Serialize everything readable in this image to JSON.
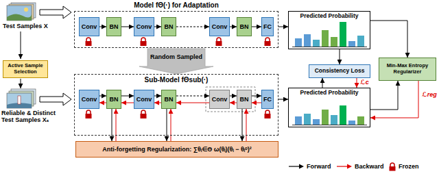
{
  "diagram": {
    "nodes": [
      {
        "text": [
          "Model fΘ(·) for Adaptation"
        ]
      },
      {
        "text": [
          "Conv"
        ],
        "in": 0
      },
      {
        "text": [
          "BN"
        ],
        "in": 0
      },
      {
        "text": [
          "Conv"
        ],
        "in": 0
      },
      {
        "text": [
          "BN"
        ],
        "in": 0
      },
      {
        "text": [
          "Conv"
        ],
        "in": 0
      },
      {
        "text": [
          "BN"
        ],
        "in": 0
      },
      {
        "text": [
          "FC"
        ],
        "in": 0
      },
      {
        "text": [
          "Predicted Probability"
        ]
      },
      {
        "text": [
          "Active Sample Selection"
        ]
      },
      {
        "text": [
          "Consistency Loss"
        ]
      },
      {
        "text": [
          "Min-Max Entropy Regularizer"
        ]
      },
      {
        "text": [
          "Sub-Model fΘsub(·)"
        ]
      },
      {
        "text": [
          "Conv"
        ],
        "in": 12
      },
      {
        "text": [
          "BN"
        ],
        "in": 12
      },
      {
        "text": [
          "Conv"
        ],
        "in": 12
      },
      {
        "text": [
          "BN"
        ],
        "in": 12
      },
      {
        "text": [
          "Conv"
        ],
        "in": 12
      },
      {
        "text": [
          "BN"
        ],
        "in": 12
      },
      {
        "text": [
          "FC"
        ],
        "in": 12
      },
      {
        "text": [
          "Predicted Probability"
        ]
      },
      {
        "text": [
          "Anti-forgetting Regularization: ∑θᵢ∈Θ ω(θᵢ)(θᵢ − θᵢᵒ)²"
        ]
      }
    ],
    "edges": [
      {
        "from": 0,
        "to": 8,
        "arrow": "to"
      },
      {
        "from": 1,
        "to": 2,
        "arrow": "to"
      },
      {
        "from": 2,
        "to": 3,
        "arrow": "to"
      },
      {
        "from": 3,
        "to": 4,
        "arrow": "to"
      },
      {
        "from": 4,
        "to": 5,
        "arrow": "to"
      },
      {
        "from": 5,
        "to": 6,
        "arrow": "to"
      },
      {
        "from": 6,
        "to": 7,
        "arrow": "to"
      },
      {
        "from": 0,
        "to": 12,
        "label": "Random Sampled",
        "arrow": "to"
      },
      {
        "from": 13,
        "to": 14,
        "arrow": "to"
      },
      {
        "from": 14,
        "to": 15,
        "arrow": "to"
      },
      {
        "from": 15,
        "to": 16,
        "arrow": "to"
      },
      {
        "from": 16,
        "to": 17,
        "arrow": "to"
      },
      {
        "from": 17,
        "to": 18,
        "arrow": "to"
      },
      {
        "from": 18,
        "to": 19,
        "arrow": "to"
      },
      {
        "from": 14,
        "to": 13,
        "arrow": "to"
      },
      {
        "from": 15,
        "to": 14,
        "arrow": "to"
      },
      {
        "from": 16,
        "to": 15,
        "arrow": "to"
      },
      {
        "from": 17,
        "to": 16,
        "arrow": "to"
      },
      {
        "from": 18,
        "to": 17,
        "arrow": "to"
      },
      {
        "from": 19,
        "to": 18,
        "arrow": "to"
      },
      {
        "from": 12,
        "to": 20,
        "arrow": "to"
      },
      {
        "from": 8,
        "to": 10,
        "arrow": "to"
      },
      {
        "from": 20,
        "to": 10,
        "arrow": "to"
      },
      {
        "from": 10,
        "to": 20,
        "label": "ℒc",
        "arrow": "to"
      },
      {
        "from": 8,
        "to": 11,
        "arrow": "to"
      },
      {
        "from": 20,
        "to": 11,
        "arrow": "to"
      },
      {
        "from": 11,
        "to": 20,
        "label": "ℒreg",
        "arrow": "to"
      },
      {
        "from": 14,
        "to": 21,
        "arrow": "to"
      },
      {
        "from": 16,
        "to": 21,
        "arrow": "to"
      },
      {
        "from": 18,
        "to": 21,
        "arrow": "to"
      },
      {
        "from": 21,
        "to": 14,
        "arrow": "to"
      },
      {
        "from": 21,
        "to": 16,
        "arrow": "to"
      },
      {
        "from": 21,
        "to": 18,
        "arrow": "to"
      }
    ],
    "labels": [
      "Test Samples X",
      "Reliable & Distinct Test Samples Xₛ"
    ],
    "legend": [
      {
        "text": "Forward"
      },
      {
        "text": "Backward"
      },
      {
        "text": "Frozen"
      }
    ]
  }
}
